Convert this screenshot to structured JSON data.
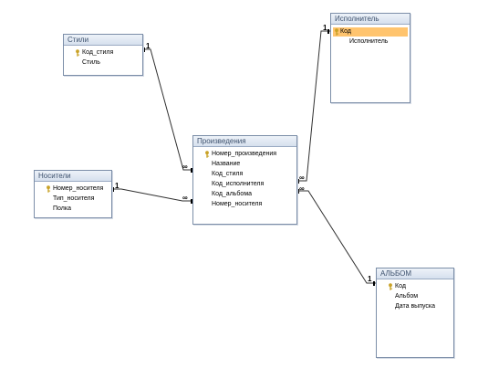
{
  "tables": {
    "styles": {
      "title": "Стили",
      "fields": [
        "Код_стиля",
        "Стиль"
      ]
    },
    "performer": {
      "title": "Исполнитель",
      "fields": [
        "Код",
        "Исполнитель"
      ],
      "selected_field": "Код"
    },
    "works": {
      "title": "Произведения",
      "fields": [
        "Номер_произведения",
        "Название",
        "Код_стиля",
        "Код_исполнителя",
        "Код_альбома",
        "Номер_носителя"
      ]
    },
    "carriers": {
      "title": "Носители",
      "fields": [
        "Номер_носителя",
        "Тип_носителя",
        "Полка"
      ]
    },
    "album": {
      "title": "АЛЬБОМ",
      "fields": [
        "Код",
        "Альбом",
        "Дата выпуска"
      ]
    }
  },
  "relations": {
    "one_symbol": "1",
    "many_symbol": "∞"
  },
  "colors": {
    "title_text": "#3d516d",
    "border": "#7c8ea8",
    "selected_row": "#ffc46e",
    "key_icon": "#c9a227"
  },
  "icons": {
    "primary_key": "key-icon"
  }
}
